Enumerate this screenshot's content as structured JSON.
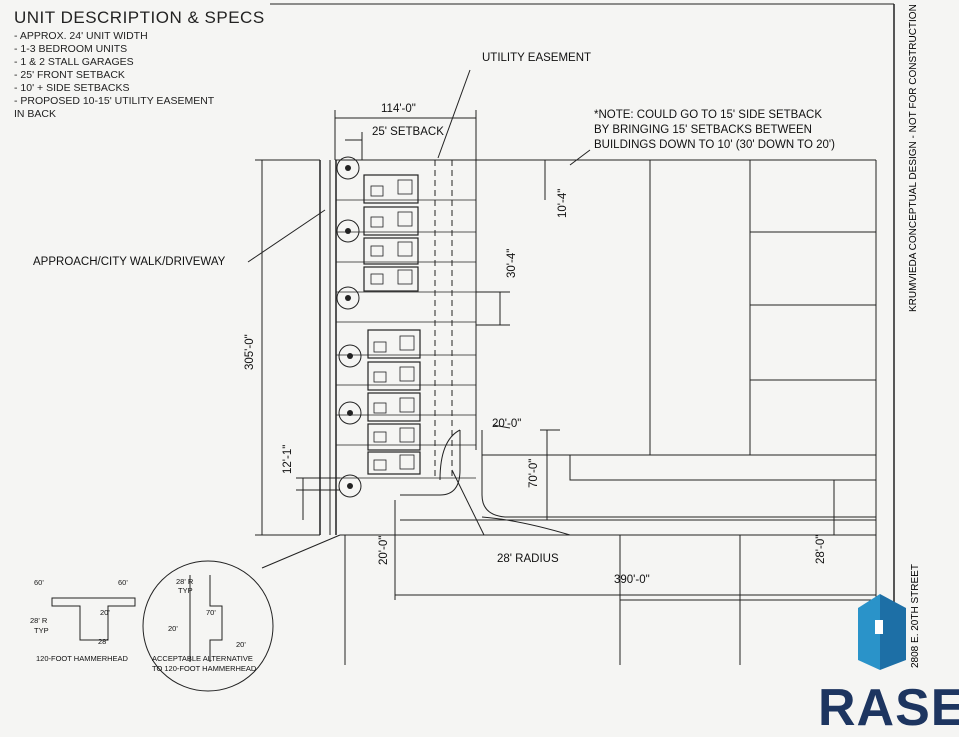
{
  "specs": {
    "title": "UNIT DESCRIPTION & SPECS",
    "lines": [
      "- APPROX. 24' UNIT WIDTH",
      "- 1-3 BEDROOM UNITS",
      "- 1 & 2 STALL GARAGES",
      "- 25' FRONT SETBACK",
      "- 10' + SIDE SETBACKS",
      "- PROPOSED 10-15' UTILITY EASEMENT",
      "IN BACK"
    ]
  },
  "labels": {
    "utility_easement": "UTILITY EASEMENT",
    "width_114": "114'-0\"",
    "setback_25": "25' SETBACK",
    "approach": "APPROACH/CITY WALK/DRIVEWAY",
    "len_305": "305'-0\"",
    "dim_10_4": "10'-4\"",
    "dim_30_4": "30'-4\"",
    "dim_20_top": "20'-0\"",
    "dim_70": "70'-0\"",
    "dim_12_1": "12'-1\"",
    "dim_20_bottom": "20'-0\"",
    "radius_28": "28' RADIUS",
    "len_390": "390'-0\"",
    "dim_28": "28'-0\""
  },
  "note": {
    "lines": [
      "*NOTE: COULD GO TO 15' SIDE SETBACK",
      "BY BRINGING 15' SETBACKS BETWEEN",
      "BUILDINGS DOWN TO 10' (30' DOWN TO 20')"
    ]
  },
  "sidebar": {
    "design_note": "KRUMVIEDA CONCEPTUAL DESIGN - NOT FOR CONSTRUCTION",
    "address": "2808 E. 20TH STREET"
  },
  "hammerhead": {
    "a_label": "120-FOOT HAMMERHEAD",
    "a_60_left": "60'",
    "a_60_right": "60'",
    "a_20": "20'",
    "a_28r": "28' R",
    "a_typ": "TYP",
    "a_28": "28'",
    "b_label_1": "ACCEPTABLE ALTERNATIVE",
    "b_label_2": "TO 120-FOOT HAMMERHEAD",
    "b_28r": "28' R",
    "b_typ": "TYP",
    "b_70": "70'",
    "b_20_left": "20'",
    "b_20_right": "20'"
  },
  "logo": {
    "text": "RASE",
    "brand_color": "#1d3560",
    "accent_color": "#2a93c9"
  }
}
